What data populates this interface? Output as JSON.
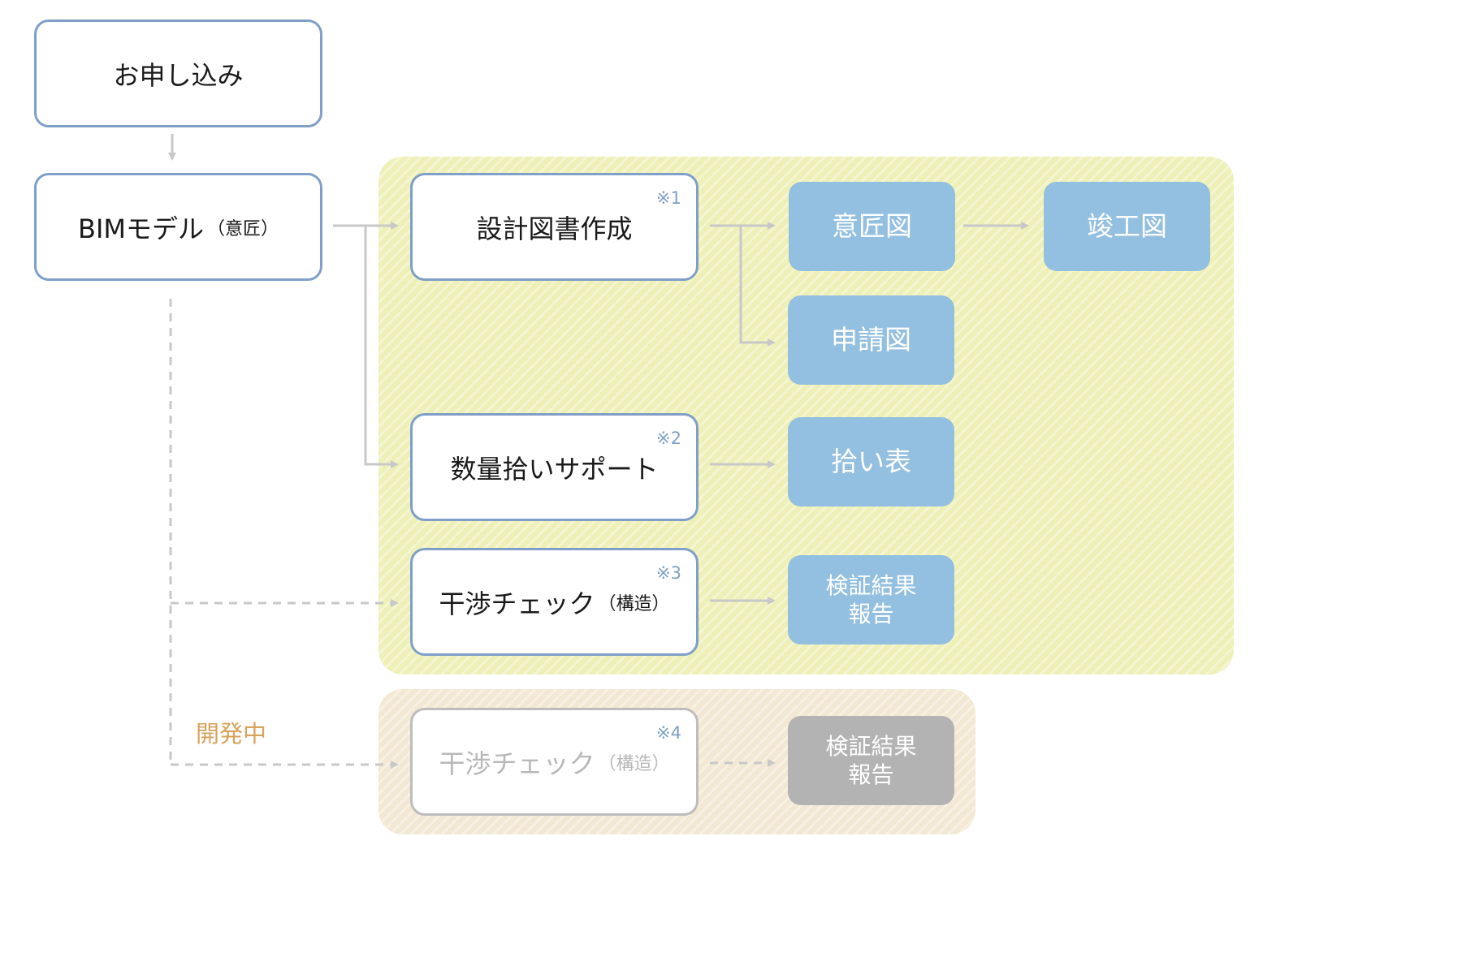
{
  "nodes": {
    "apply": "お申し込み",
    "bim_main": "BIMモデル",
    "bim_sub": "（意匠）",
    "design_docs": "設計図書作成",
    "design_docs_note": "※1",
    "quantity": "数量拾いサポート",
    "quantity_note": "※2",
    "clash": "干渉チェック",
    "clash_sub": "（構造）",
    "clash_note": "※3",
    "clash_dev": "干渉チェック",
    "clash_dev_sub": "（構造）",
    "clash_dev_note": "※4"
  },
  "outputs": {
    "design_drawing": "意匠図",
    "as_built_drawing": "竣工図",
    "application_drawing": "申請図",
    "takeoff_table": "拾い表",
    "verification_report_line1": "検証結果",
    "verification_report_line2": "報告",
    "verification_report_dev_line1": "検証結果",
    "verification_report_dev_line2": "報告"
  },
  "labels": {
    "in_development": "開発中"
  },
  "colors": {
    "box_border": "#7f9fc8",
    "output_fill": "#93bfe0",
    "output_fill_dev": "#b3b3b3",
    "panel_active": "#eef0b8",
    "panel_dev": "#f3e8d4",
    "dev_label": "#d6a35b",
    "arrow": "#c8c8c8"
  }
}
